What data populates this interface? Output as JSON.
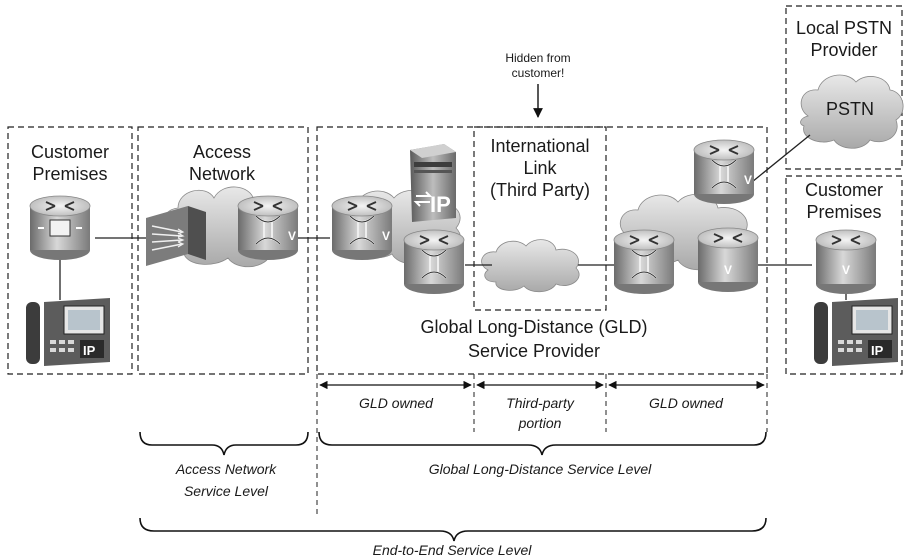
{
  "note": {
    "line1": "Hidden from",
    "line2": "customer!"
  },
  "local_pstn": {
    "title1": "Local PSTN",
    "title2": "Provider",
    "cloud_label": "PSTN"
  },
  "customer_left": {
    "line1": "Customer",
    "line2": "Premises"
  },
  "customer_right": {
    "line1": "Customer",
    "line2": "Premises"
  },
  "access": {
    "line1": "Access",
    "line2": "Network"
  },
  "international": {
    "line1": "International",
    "line2": "Link",
    "line3": "(Third Party)"
  },
  "gld": {
    "line1": "Global Long-Distance (GLD)",
    "line2": "Service Provider"
  },
  "sip_label": "IP",
  "ip_badge": "IP",
  "v_label": "V",
  "segments": {
    "gld_owned_left": "GLD owned",
    "third_party_1": "Third-party",
    "third_party_2": "portion",
    "gld_owned_right": "GLD owned"
  },
  "levels": {
    "access_1": "Access Network",
    "access_2": "Service Level",
    "gld_level": "Global Long-Distance Service Level",
    "end_to_end": "End-to-End Service Level"
  }
}
